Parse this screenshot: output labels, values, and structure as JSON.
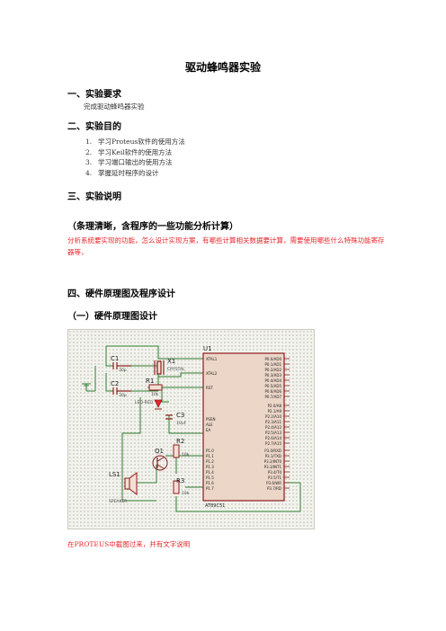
{
  "doc": {
    "title": "驱动蜂鸣器实验",
    "sections": {
      "req_heading": "一、实验要求",
      "req_text": "完成驱动蜂鸣器实验",
      "goal_heading": "二、实验目的",
      "goals": [
        {
          "num": "1.",
          "text": "学习Proteus软件的使用方法"
        },
        {
          "num": "2.",
          "text": "学习Keil软件的使用方法"
        },
        {
          "num": "3.",
          "text": "学习端口输出的使用方法"
        },
        {
          "num": "4.",
          "text": "掌握延时程序的设计"
        }
      ],
      "explain_heading": "三、实验说明",
      "explain_sub": "（条理清晰，含程序的一些功能分析计算）",
      "explain_text": "分析系统要实现的功能，怎么设计实现方案，有哪些计算相关数据要计算，需要使用哪些什么特殊功能寄存器等，",
      "hw_heading": "四、硬件原理图及程序设计",
      "hw_sub": "（一）硬件原理图设计",
      "caption": "在PROTEUS中截图过来，并有文字说明"
    }
  },
  "schematic": {
    "u1_label": "U1",
    "u1_part": "AT89C51",
    "c1_label": "C1",
    "c1_val": "30p",
    "c2_label": "C2",
    "c2_val": "30p",
    "c3_label": "C3",
    "c3_val": "10uF",
    "x1_label": "X1",
    "x1_val": "CRYSTAL",
    "r1_label": "R1",
    "r1_val": "10k",
    "r2_label": "R2",
    "r2_val": "10k",
    "r3_label": "R3",
    "r3_val": "10k",
    "q1_label": "Q1",
    "ls1_label": "LS1",
    "ls1_val": "SPEAKER",
    "led_label": "LED-RED",
    "pin_xtal1": "XTAL1",
    "pin_xtal2": "XTAL2",
    "pin_rst": "RST",
    "pin_psen": "PSEN",
    "pin_ale": "ALE",
    "pin_ea": "EA",
    "p0_pins": [
      "P0.0/AD0",
      "P0.1/AD1",
      "P0.2/AD2",
      "P0.3/AD3",
      "P0.4/AD4",
      "P0.5/AD5",
      "P0.6/AD6",
      "P0.7/AD7"
    ],
    "p2_pins": [
      "P2.0/A8",
      "P2.1/A9",
      "P2.2/A10",
      "P2.3/A11",
      "P2.4/A12",
      "P2.5/A13",
      "P2.6/A14",
      "P2.7/A15"
    ],
    "p3_pins": [
      "P3.0/RXD",
      "P3.1/TXD",
      "P3.2/INT0",
      "P3.3/INT1",
      "P3.4/T0",
      "P3.5/T1",
      "P3.6/WR",
      "P3.7/RD"
    ],
    "p1_pins": [
      "P1.0",
      "P1.1",
      "P1.2",
      "P1.3",
      "P1.4",
      "P1.5",
      "P1.6",
      "P1.7"
    ],
    "colors": {
      "wire": "#2b7a2b",
      "chip_fill": "#ecd6c8",
      "chip_stroke": "#8a1a1a",
      "text": "#222222"
    }
  }
}
